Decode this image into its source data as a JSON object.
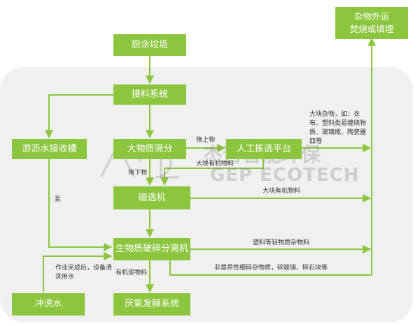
{
  "colors": {
    "box_fill": "#8cc63f",
    "line": "#8cc63f",
    "panel": "#f0f0f0",
    "text": "#333333"
  },
  "nodes": {
    "kitchen_waste": "厨余垃圾",
    "receiving": "接料系统",
    "drain_tank": "游沥水接收槽",
    "screening": "大物质筛分",
    "manual_sort": "人工拣选平台",
    "magnetic": "磁选机",
    "crusher": "生物质破碎分离机",
    "flush_water": "冲洗水",
    "anaerobic": "厌氧发酵系统",
    "outbound_line1": "杂物外运",
    "outbound_line2": "焚烧或填埋"
  },
  "edge_labels": {
    "oversize": "筛上物",
    "undersize": "筛下物",
    "organic_large_1": "大块有机物料",
    "organic_large_2": "大块有机物料",
    "pump": "泵",
    "plastics": "塑料等轻物质杂物料",
    "inorganic": "非营养性细碎杂物质，碎玻璃、碎石块等",
    "slurry": "有机浆物料",
    "cleaning": "作业完成后，设备清洗用水",
    "large_impurities": "大块杂物，如：衣布、塑料类易缠绕物质、玻璃瓶、陶瓷器皿等"
  },
  "watermark": {
    "text_cn": "杰晋智能环保",
    "text_en": "GEP ECOTECH"
  }
}
